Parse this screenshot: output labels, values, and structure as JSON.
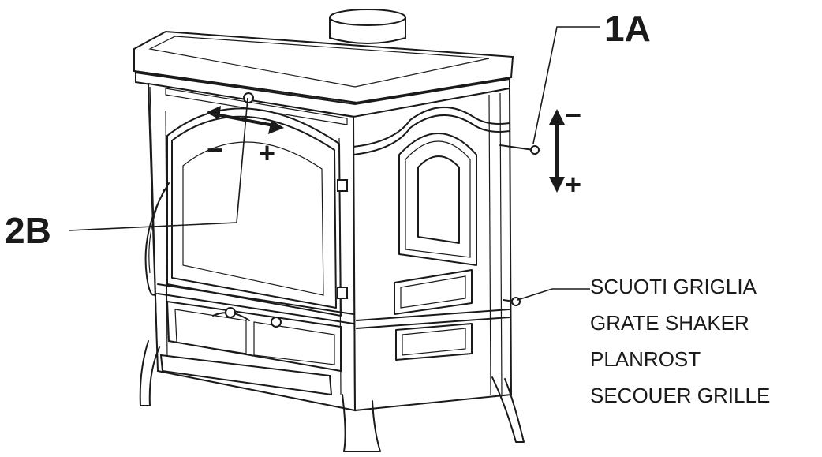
{
  "callouts": {
    "label_1a": "1A",
    "label_2b": "2B",
    "minus_top": "−",
    "plus_bottom": "+",
    "minus_door": "−",
    "plus_door": "+"
  },
  "grate_shaker": {
    "lines": [
      "SCUOTI GRIGLIA",
      "GRATE SHAKER",
      "PLANROST",
      "SECOUER GRILLE"
    ]
  }
}
